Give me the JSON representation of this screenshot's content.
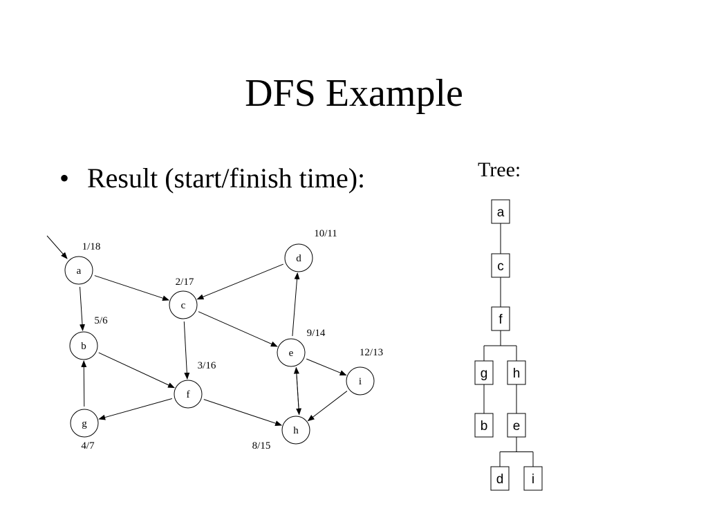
{
  "slide": {
    "title": "DFS Example",
    "bullet_symbol": "•",
    "bullet_text": "Result (start/finish time):",
    "tree_heading": "Tree:"
  },
  "graph": {
    "nodes": [
      {
        "id": "a",
        "label": "a",
        "time": "1/18"
      },
      {
        "id": "b",
        "label": "b",
        "time": "5/6"
      },
      {
        "id": "c",
        "label": "c",
        "time": "2/17"
      },
      {
        "id": "d",
        "label": "d",
        "time": "10/11"
      },
      {
        "id": "e",
        "label": "e",
        "time": "9/14"
      },
      {
        "id": "f",
        "label": "f",
        "time": "3/16"
      },
      {
        "id": "g",
        "label": "g",
        "time": "4/7"
      },
      {
        "id": "h",
        "label": "h",
        "time": "8/15"
      },
      {
        "id": "i",
        "label": "i",
        "time": "12/13"
      }
    ],
    "edges": [
      {
        "from": "a",
        "to": "c"
      },
      {
        "from": "a",
        "to": "b"
      },
      {
        "from": "b",
        "to": "f"
      },
      {
        "from": "g",
        "to": "b"
      },
      {
        "from": "c",
        "to": "f"
      },
      {
        "from": "c",
        "to": "e"
      },
      {
        "from": "d",
        "to": "c"
      },
      {
        "from": "e",
        "to": "d"
      },
      {
        "from": "e",
        "to": "i"
      },
      {
        "from": "e",
        "to": "h"
      },
      {
        "from": "h",
        "to": "e"
      },
      {
        "from": "f",
        "to": "g"
      },
      {
        "from": "f",
        "to": "h"
      },
      {
        "from": "i",
        "to": "h"
      }
    ],
    "start_node": "a"
  },
  "tree": {
    "nodes": [
      {
        "id": "a",
        "label": "a"
      },
      {
        "id": "c",
        "label": "c"
      },
      {
        "id": "f",
        "label": "f"
      },
      {
        "id": "g",
        "label": "g"
      },
      {
        "id": "h",
        "label": "h"
      },
      {
        "id": "b",
        "label": "b"
      },
      {
        "id": "e",
        "label": "e"
      },
      {
        "id": "d",
        "label": "d"
      },
      {
        "id": "i",
        "label": "i"
      }
    ],
    "edges": [
      {
        "parent": "a",
        "children": [
          "c"
        ]
      },
      {
        "parent": "c",
        "children": [
          "f"
        ]
      },
      {
        "parent": "f",
        "children": [
          "g",
          "h"
        ]
      },
      {
        "parent": "g",
        "children": [
          "b"
        ]
      },
      {
        "parent": "h",
        "children": [
          "e"
        ]
      },
      {
        "parent": "e",
        "children": [
          "d",
          "i"
        ]
      }
    ]
  }
}
